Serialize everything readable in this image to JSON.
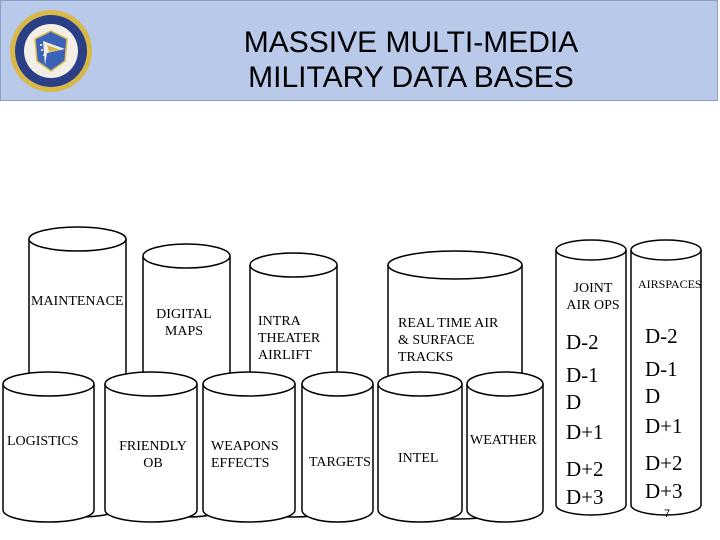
{
  "header": {
    "title_line1": "MASSIVE MULTI-MEDIA",
    "title_line2": "MILITARY DATA BASES"
  },
  "databases": {
    "maintenance": "MAINTENACE",
    "digital_maps_1": "DIGITAL",
    "digital_maps_2": "MAPS",
    "intra_1": "INTRA",
    "intra_2": "THEATER",
    "intra_3": "AIRLIFT",
    "realtime_1": "REAL TIME AIR",
    "realtime_2": "& SURFACE",
    "realtime_3": "TRACKS",
    "joint_1": "JOINT",
    "joint_2": "AIR OPS",
    "airspaces": "AIRSPACES",
    "logistics": "LOGISTICS",
    "friendly_1": "FRIENDLY",
    "friendly_2": "OB",
    "weapons_1": "WEAPONS",
    "weapons_2": "EFFECTS",
    "targets": "TARGETS",
    "intel": "INTEL",
    "weather": "WEATHER"
  },
  "day_labels": [
    "D-2",
    "D-1",
    "D",
    "D+1",
    "D+2",
    "D+3"
  ],
  "page_number": "7"
}
